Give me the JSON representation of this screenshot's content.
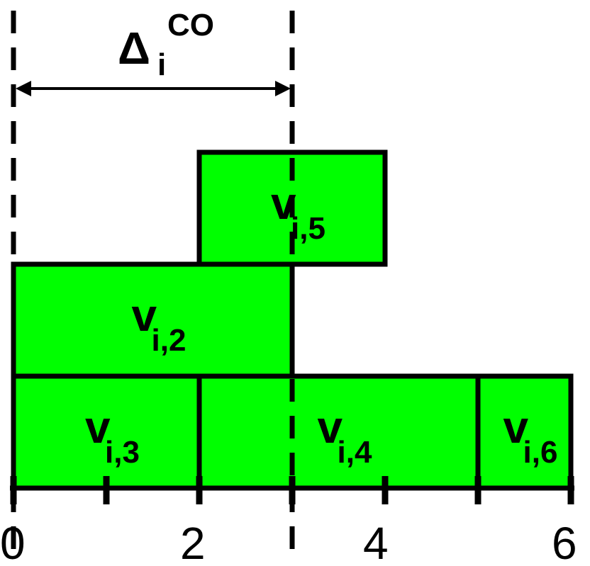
{
  "delta_label": {
    "main": "Δ",
    "sub": "i",
    "sup": "CO"
  },
  "axis": {
    "ticks": [
      "0",
      "2",
      "4",
      "6"
    ]
  },
  "blocks": [
    {
      "id": "v-i-5",
      "main": "v",
      "sub": "i,5",
      "start": 2,
      "end": 4,
      "level": 3,
      "color": "#00ff00"
    },
    {
      "id": "v-i-2",
      "main": "v",
      "sub": "i,2",
      "start": 0,
      "end": 3,
      "level": 2,
      "color": "#00ff00"
    },
    {
      "id": "v-i-3",
      "main": "v",
      "sub": "i,3",
      "start": 0,
      "end": 2,
      "level": 1,
      "color": "#00ff00"
    },
    {
      "id": "v-i-4",
      "main": "v",
      "sub": "i,4",
      "start": 2,
      "end": 5,
      "level": 1,
      "color": "#00ff00"
    },
    {
      "id": "v-i-6",
      "main": "v",
      "sub": "i,6",
      "start": 5,
      "end": 6,
      "level": 1,
      "color": "#00ff00"
    }
  ],
  "delta_marker": {
    "start": 0,
    "end": 3
  }
}
